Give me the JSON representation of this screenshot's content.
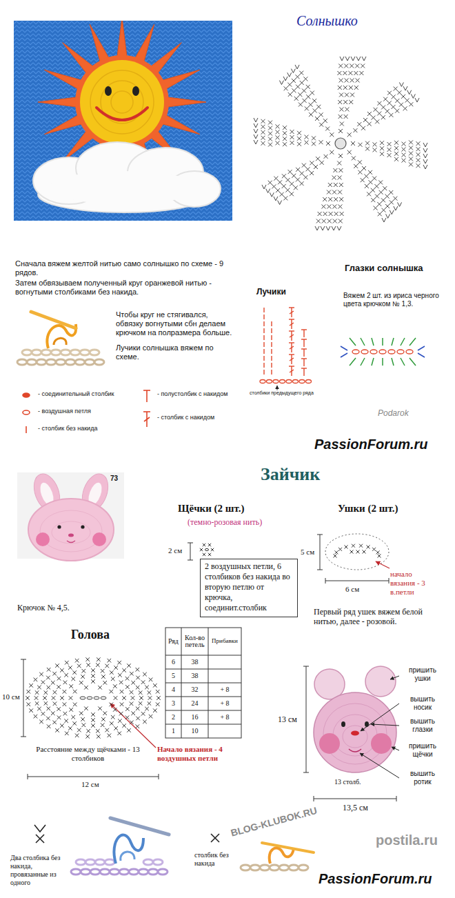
{
  "diagram": {
    "nodes": [
      {
        "text": [
          "2 воздушных петли, 6 столбиков без накида во вторую петлю от крючка, соединит.столбик"
        ]
      }
    ],
    "labels": [
      "Солнышко",
      "Сначала вяжем желтой нитью само солнышко по схеме - 9 рядов.",
      "Затем обвязываем полученный круг оранжевой нитью - вогнутыми столбиками без накида.",
      "Чтобы круг не стягивался, обвязку вогнутыми сбн делаем крючком на полразмера больше.",
      "Лучики солнышка вяжем по схеме.",
      "Лучики",
      "столбики предыдущего ряда",
      "Глазки солнышка",
      "Вяжем 2 шт. из ириса черного цвета крючком № 1,3.",
      "Podarok",
      "PassionForum.ru",
      "Зайчик",
      "73",
      "Крючок № 4,5.",
      "Щёчки (2 шт.)",
      "(темно-розовая нить)",
      "2 см",
      "Ушки (2 шт.)",
      "5 см",
      "начало вязания - 3 в.петли",
      "6 см",
      "Первый ряд ушек вяжем белой нитью, далее - розовой.",
      "Голова",
      "10 см",
      "Расстояние между щёчками - 13 столбиков",
      "Начало вязания - 4 воздушных петли",
      "12 см",
      "Ряд",
      "Кол-во петель",
      "Прибавки",
      "6",
      "38",
      "5",
      "38",
      "4",
      "32",
      "+ 8",
      "3",
      "24",
      "+ 8",
      "2",
      "16",
      "+ 8",
      "1",
      "10",
      "пришить ушки",
      "вышить носик",
      "вышить глазки",
      "пришить щёчки",
      "вышить ротик",
      "13 см",
      "13 столб.",
      "13,5 см",
      "BLOG-KLUBOK.RU",
      "Два столбика без накида, провязанные из одного",
      "столбик без накида",
      "postila.ru",
      "PassionForum.ru"
    ],
    "legend": [
      {
        "text": "- соединительный столбик"
      },
      {
        "text": "- воздушная петля"
      },
      {
        "text": "- столбик без накида"
      },
      {
        "text": "- полустолбик с накидом"
      },
      {
        "text": "- столбик с накидом"
      }
    ]
  }
}
